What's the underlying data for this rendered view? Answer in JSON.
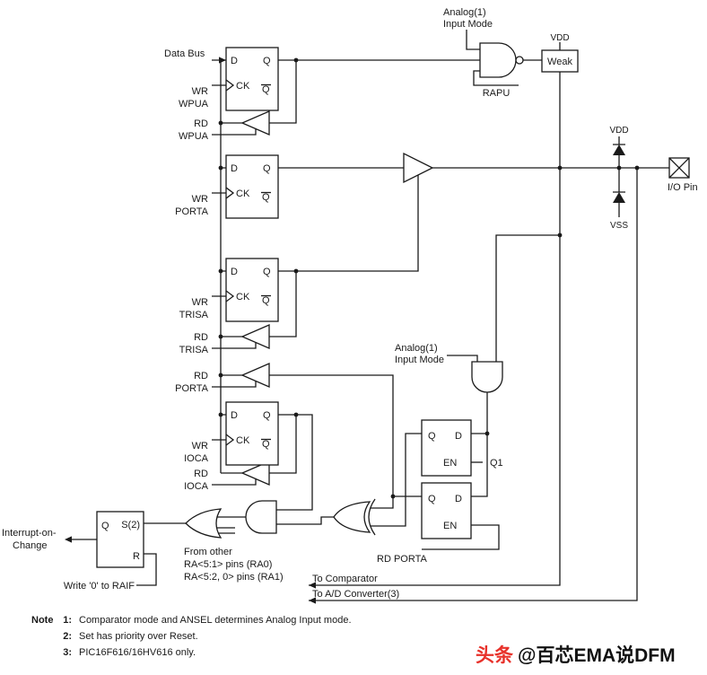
{
  "colors": {
    "ink": "#1a1a1a",
    "bg": "#ffffff",
    "watermark_red": "#e8312a"
  },
  "labels": {
    "data_bus": "Data Bus",
    "analog_mode_line1": "Analog(1)",
    "analog_mode_line2": "Input Mode",
    "rapu": "RAPU",
    "vdd": "VDD",
    "vss": "VSS",
    "weak": "Weak",
    "io_pin": "I/O Pin",
    "wr": "WR",
    "rd": "RD",
    "wpua": "WPUA",
    "porta": "PORTA",
    "trisa": "TRISA",
    "ioca": "IOCA",
    "q1": "Q1",
    "rd_porta": "RD PORTA",
    "interrupt_line1": "Interrupt-on-",
    "interrupt_line2": "Change",
    "write_raif": "Write '0' to RAIF",
    "from_other_line1": "From other",
    "from_other_line2": "RA<5:1> pins (RA0)",
    "from_other_line3": "RA<5:2, 0> pins (RA1)",
    "to_comparator": "To Comparator",
    "to_adc": "To A/D Converter(3)"
  },
  "latch": {
    "d": "D",
    "q": "Q",
    "qbar": "Q",
    "ck": "CK"
  },
  "en_latch": {
    "q": "Q",
    "d": "D",
    "en": "EN"
  },
  "raif_latch": {
    "q": "Q",
    "s": "S(2)",
    "r": "R"
  },
  "notes": {
    "label": "Note",
    "items": [
      {
        "num": "1:",
        "text": "Comparator mode and ANSEL determines Analog Input mode."
      },
      {
        "num": "2:",
        "text": "Set has priority over Reset."
      },
      {
        "num": "3:",
        "text": "PIC16F616/16HV616 only."
      }
    ]
  },
  "watermark": {
    "brand": "头条",
    "handle": "@百芯EMA说DFM"
  }
}
